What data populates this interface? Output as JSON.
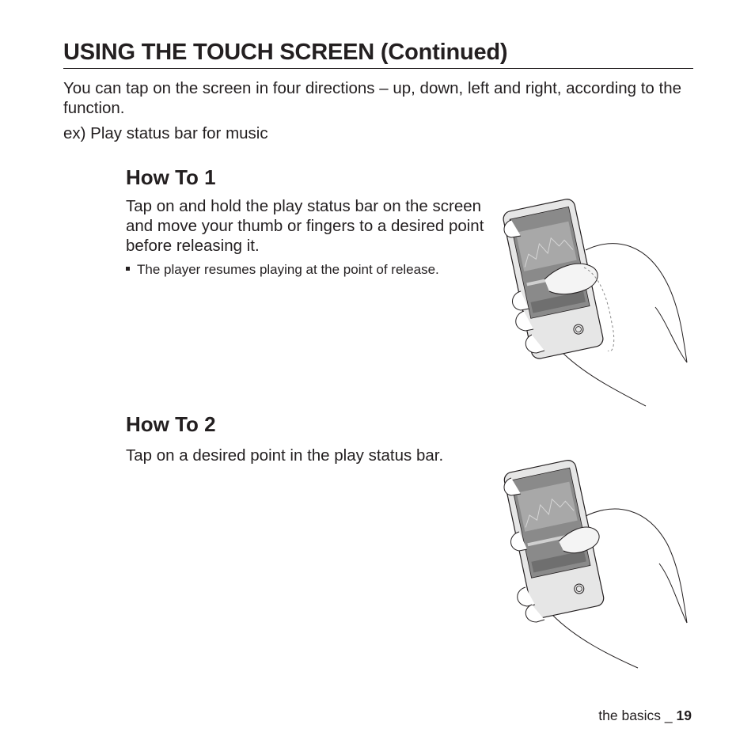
{
  "page": {
    "title": "USING THE TOUCH SCREEN (Continued)",
    "intro": "You can tap on the screen in four directions – up, down, left and right, according to the function.",
    "example": "ex) Play status bar for music"
  },
  "how_to_1": {
    "heading": "How To 1",
    "text": "Tap on and hold the play status bar on the screen and move your thumb or fingers to a desired point before releasing it.",
    "note": "The player resumes playing at the point of release."
  },
  "how_to_2": {
    "heading": "How To 2",
    "text": "Tap on a desired point in the play status bar."
  },
  "footer": {
    "section": "the basics _",
    "page_number": "19"
  },
  "illustrations": {
    "how_to_1": "hand-holding-player-dragging-status-bar",
    "how_to_2": "hand-holding-player-tapping-status-bar"
  }
}
